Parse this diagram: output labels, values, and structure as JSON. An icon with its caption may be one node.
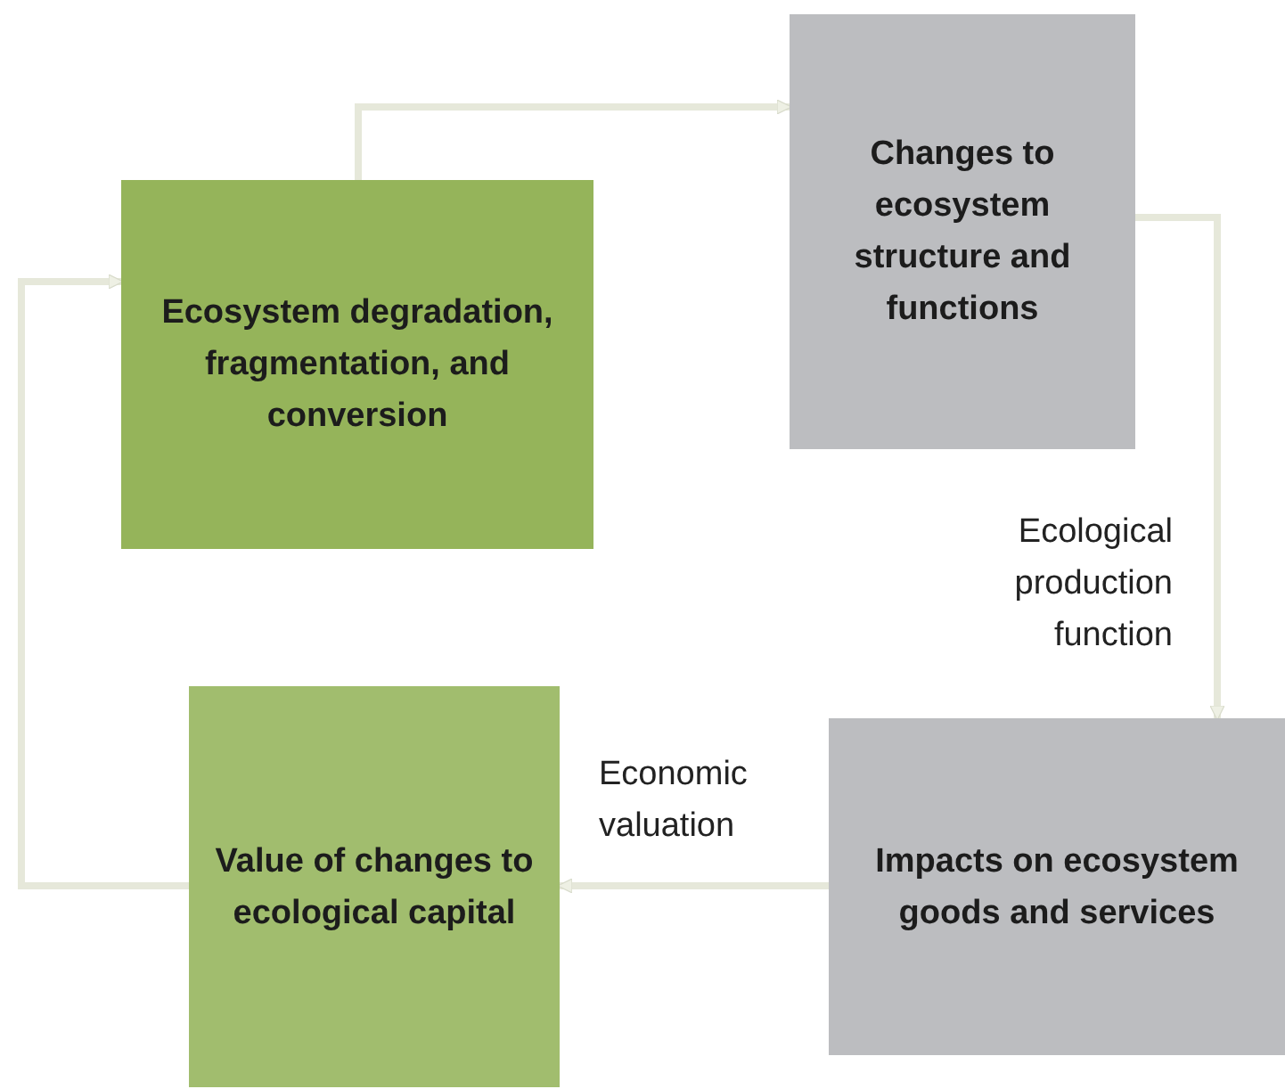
{
  "diagram": {
    "nodes": [
      {
        "text": [
          "Ecosystem degradation, fragmentation, and conversion"
        ]
      },
      {
        "text": [
          "Changes to ecosystem structure and functions"
        ]
      },
      {
        "text": [
          "Impacts on ecosystem goods and services"
        ]
      },
      {
        "text": [
          "Value of changes to ecological capital"
        ]
      }
    ],
    "edges": [
      {
        "from": 0,
        "to": 1,
        "arrow": "to"
      },
      {
        "from": 1,
        "to": 2,
        "arrow": "to",
        "label": "Ecological production function"
      },
      {
        "from": 2,
        "to": 3,
        "arrow": "to",
        "label": "Economic valuation"
      },
      {
        "from": 3,
        "to": 0,
        "arrow": "to"
      }
    ]
  }
}
